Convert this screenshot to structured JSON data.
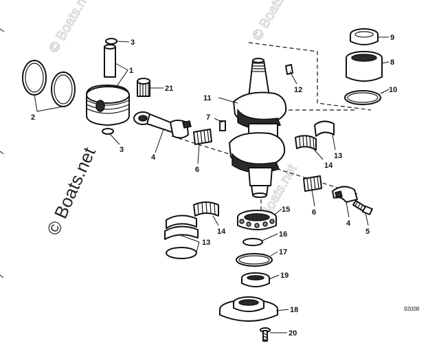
{
  "watermark": {
    "main_text": "© Boats.net",
    "faint_text": "© Boats.net"
  },
  "diagram_code": "92008",
  "labels": [
    {
      "id": "1",
      "text": "1"
    },
    {
      "id": "2",
      "text": "2"
    },
    {
      "id": "3a",
      "text": "3"
    },
    {
      "id": "3b",
      "text": "3"
    },
    {
      "id": "4a",
      "text": "4"
    },
    {
      "id": "4b",
      "text": "4"
    },
    {
      "id": "5",
      "text": "5"
    },
    {
      "id": "6a",
      "text": "6"
    },
    {
      "id": "6b",
      "text": "6"
    },
    {
      "id": "7",
      "text": "7"
    },
    {
      "id": "8",
      "text": "8"
    },
    {
      "id": "9",
      "text": "9"
    },
    {
      "id": "10",
      "text": "10"
    },
    {
      "id": "11",
      "text": "11"
    },
    {
      "id": "12",
      "text": "12"
    },
    {
      "id": "13a",
      "text": "13"
    },
    {
      "id": "13b",
      "text": "13"
    },
    {
      "id": "14a",
      "text": "14"
    },
    {
      "id": "14b",
      "text": "14"
    },
    {
      "id": "15",
      "text": "15"
    },
    {
      "id": "16",
      "text": "16"
    },
    {
      "id": "17",
      "text": "17"
    },
    {
      "id": "18",
      "text": "18"
    },
    {
      "id": "19",
      "text": "19"
    },
    {
      "id": "20",
      "text": "20"
    },
    {
      "id": "21",
      "text": "21"
    }
  ]
}
